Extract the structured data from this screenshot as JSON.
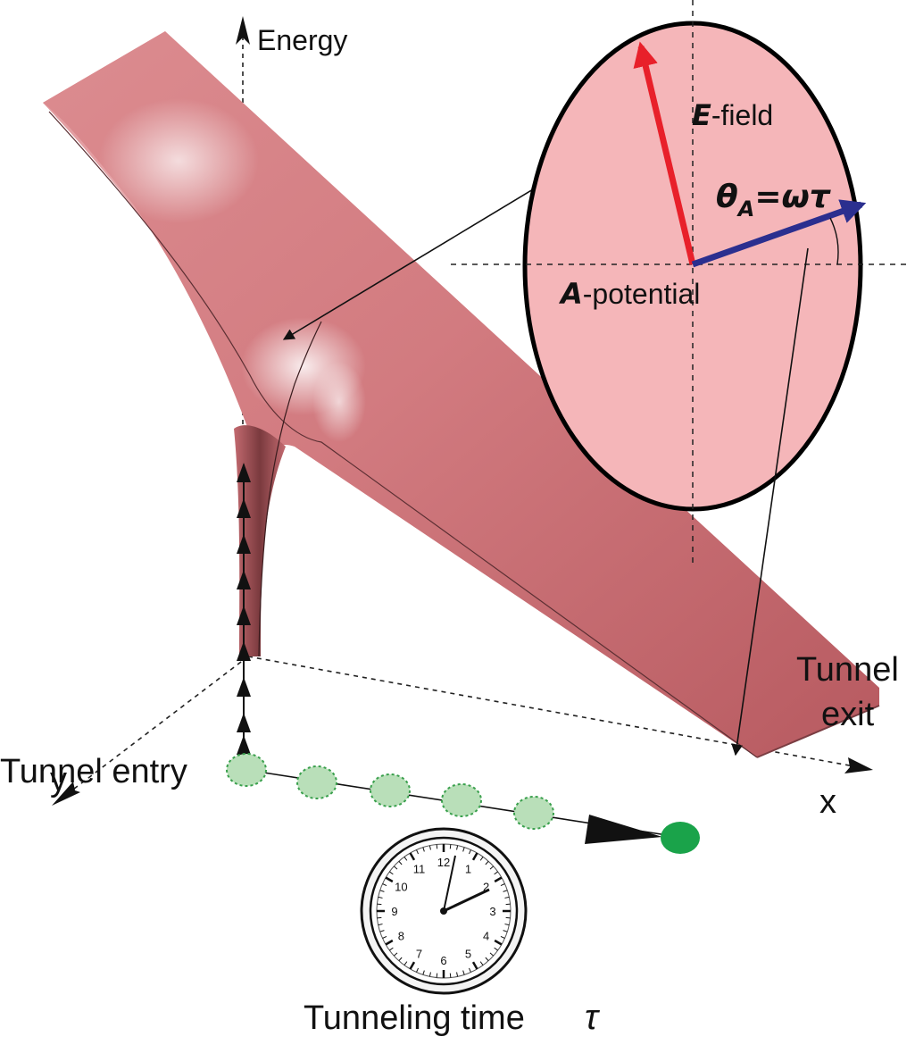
{
  "labels": {
    "energy": "Energy",
    "x_axis": "x",
    "y_axis": "y",
    "tunnel_entry": "Tunnel entry",
    "tunnel_exit_line1": "Tunnel",
    "tunnel_exit_line2": "exit",
    "tunneling_time": "Tunneling time",
    "tau": "τ",
    "e_field_bold": "E",
    "e_field_rest": "-field",
    "a_potential_bold": "A",
    "a_potential_rest": "-potential",
    "theta_symbol": "θ",
    "theta_subscript": "A",
    "theta_rhs": "=ωτ"
  },
  "clock": {
    "hour_numbers": [
      "12",
      "1",
      "2",
      "3",
      "4",
      "5",
      "6",
      "7",
      "8",
      "9",
      "10",
      "11"
    ]
  },
  "colors": {
    "surface_light": "#f1c4c6",
    "surface_mid": "#db8589",
    "surface_dark": "#b8595f",
    "ellipse_fill": "#f5b6b9",
    "e_field_arrow": "#e8202a",
    "a_potential_arrow": "#2b2f8f",
    "electron_ghost": "#b9dfb9",
    "electron_final": "#1aa34a"
  }
}
